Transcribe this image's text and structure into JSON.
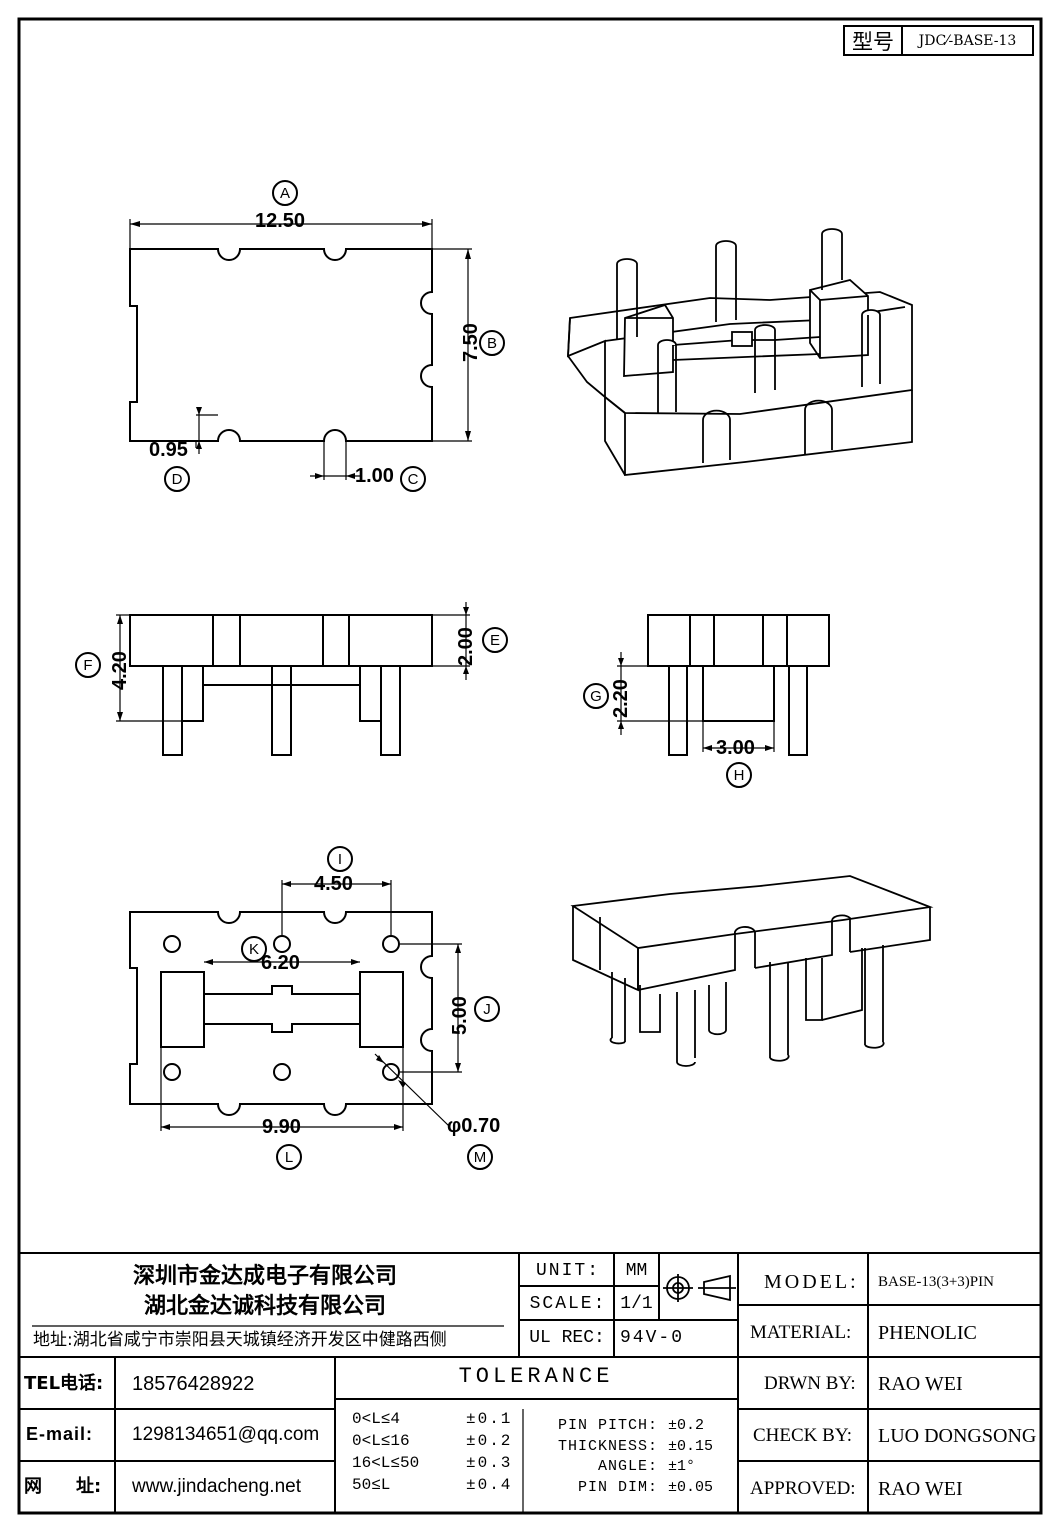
{
  "drawing_code": {
    "label": "型号",
    "value": "JDC⁄-BASE-13"
  },
  "dimensions": {
    "A": {
      "letter": "A",
      "value": "12.50"
    },
    "B": {
      "letter": "B",
      "value": "7.50"
    },
    "C": {
      "letter": "C",
      "value": "1.00"
    },
    "D": {
      "letter": "D",
      "value": "0.95"
    },
    "E": {
      "letter": "E",
      "value": "2.00"
    },
    "F": {
      "letter": "F",
      "value": "4.20"
    },
    "G": {
      "letter": "G",
      "value": "2.20"
    },
    "H": {
      "letter": "H",
      "value": "3.00"
    },
    "I": {
      "letter": "I",
      "value": "4.50"
    },
    "J": {
      "letter": "J",
      "value": "5.00"
    },
    "K": {
      "letter": "K",
      "value": "6.20"
    },
    "L": {
      "letter": "L",
      "value": "9.90"
    },
    "M": {
      "letter": "M",
      "value": "φ0.70"
    }
  },
  "title_block": {
    "company_1": "深圳市金达成电子有限公司",
    "company_2": "湖北金达诚科技有限公司",
    "address": "地址:湖北省咸宁市崇阳县天城镇经济开发区中健路西侧",
    "unit_label": "UNIT:",
    "unit_value": "MM",
    "scale_label": "SCALE:",
    "scale_value": "1/1",
    "ulrec_label": "UL REC:",
    "ulrec_value": "94V-0",
    "tel_label": "TEL电话:",
    "tel_value": "18576428922",
    "email_label": "E-mail:",
    "email_value": "1298134651@qq.com",
    "web_label_1": "网",
    "web_label_2": "址:",
    "web_value": "www.jindacheng.net",
    "tolerance_title": "TOLERANCE",
    "tolerance_rows": [
      {
        "range": "0<L≤4",
        "tol": "±0.1"
      },
      {
        "range": "0<L≤16",
        "tol": "±0.2"
      },
      {
        "range": "16<L≤50",
        "tol": "±0.3"
      },
      {
        "range": "50≤L",
        "tol": "±0.4"
      }
    ],
    "specs": [
      {
        "label": "PIN PITCH:",
        "value": "±0.2"
      },
      {
        "label": "THICKNESS:",
        "value": "±0.15"
      },
      {
        "label": "ANGLE:",
        "value": "±1°"
      },
      {
        "label": "PIN DIM:",
        "value": "±0.05"
      }
    ],
    "model_label": "MODEL:",
    "model_value": "BASE-13(3+3)PIN",
    "material_label": "MATERIAL:",
    "material_value": "PHENOLIC",
    "drawn_label": "DRWN BY:",
    "drawn_value": "RAO WEI",
    "check_label": "CHECK BY:",
    "check_value": "LUO DONGSONG",
    "approved_label": "APPROVED:",
    "approved_value": "RAO WEI"
  }
}
